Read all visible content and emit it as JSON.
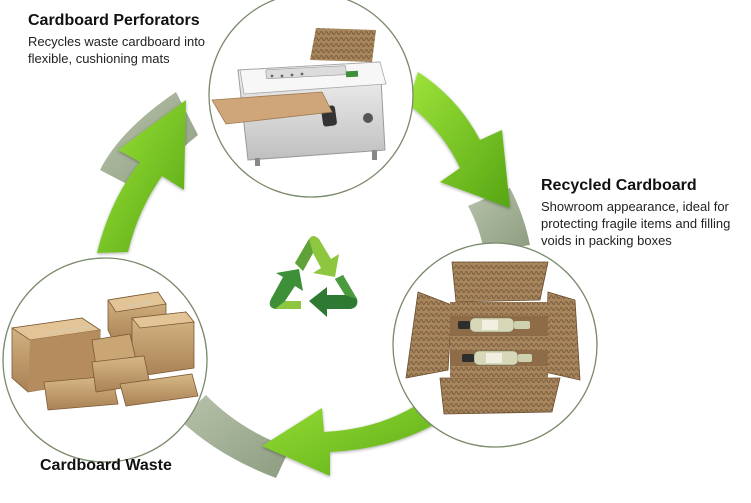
{
  "nodes": [
    {
      "id": "cardboard-perforators",
      "title": "Cardboard Perforators",
      "description": "Recycles waste cardboard into flexible, cushioning mats",
      "image": "perforator-machine"
    },
    {
      "id": "recycled-cardboard",
      "title": "Recycled Cardboard",
      "description": "Showroom appearance, ideal for protecting fragile items and filling voids in packing boxes",
      "image": "packed-box-with-bottles"
    },
    {
      "id": "cardboard-waste",
      "title": "Cardboard Waste",
      "description": "",
      "image": "stacked-cardboard-boxes"
    }
  ],
  "center_icon": "recycle-icon",
  "colors": {
    "arrow_active": "#7bd020",
    "arrow_active_dark": "#56a614",
    "arrow_muted": "#9aa98c",
    "recycle_light": "#8dc63f",
    "recycle_dark": "#2f7a32",
    "cardboard": "#c19a6b",
    "machine": "#e4e4e4"
  }
}
